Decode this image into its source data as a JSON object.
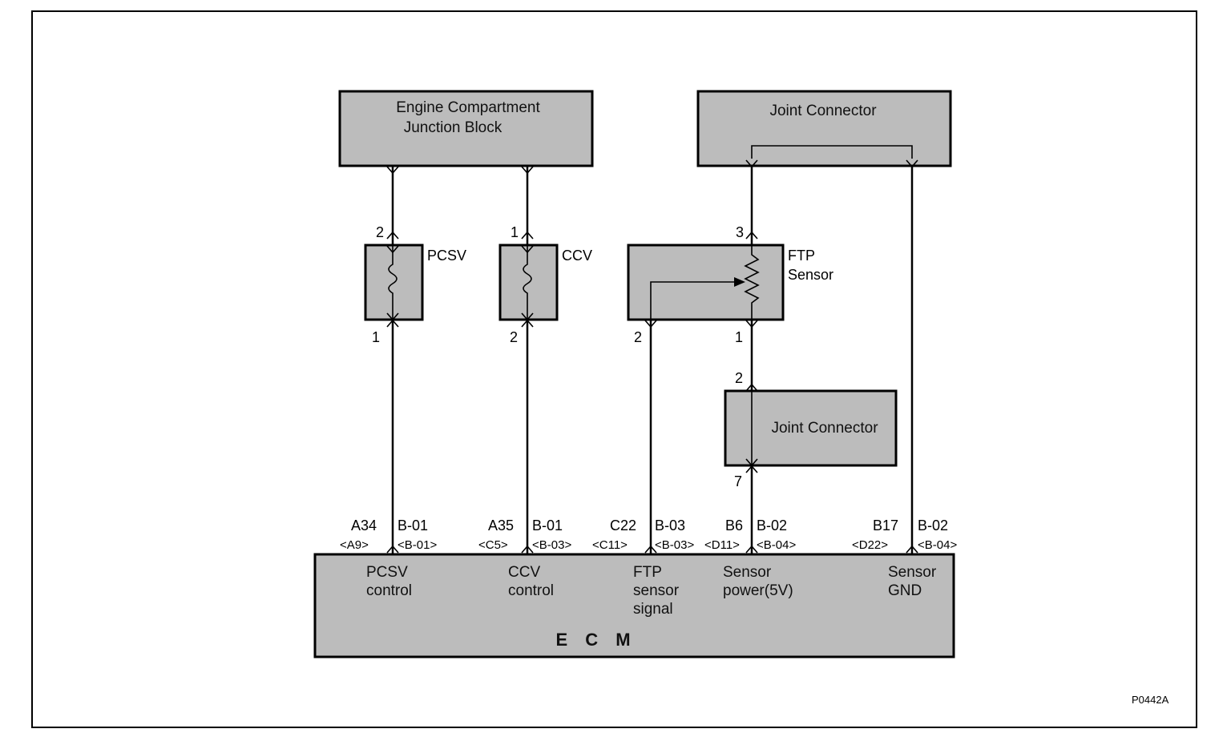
{
  "diagram_id": "P0442A",
  "components": {
    "engine_compartment_junction_block": {
      "line1": "Engine Compartment",
      "line2": "Junction Block"
    },
    "joint_connector_top": {
      "label": "Joint Connector"
    },
    "joint_connector_mid": {
      "label": "Joint Connector"
    },
    "pcsv": {
      "label": "PCSV",
      "pin_top": "2",
      "pin_bottom": "1"
    },
    "ccv": {
      "label": "CCV",
      "pin_top": "1",
      "pin_bottom": "2"
    },
    "ftp_sensor": {
      "line1": "FTP",
      "line2": "Sensor",
      "pin_top": "3",
      "pin_bottom": "1",
      "pin_signal": "2"
    },
    "joint_connector_mid_pins": {
      "top": "2",
      "bottom": "7"
    },
    "ecm": {
      "label": "E C M"
    }
  },
  "ecm_terminals": [
    {
      "pin": "A34",
      "alt_pin": "<A9>",
      "conn": "B-01",
      "alt_conn": "<B-01>",
      "func_line1": "PCSV",
      "func_line2": "control",
      "func_line3": ""
    },
    {
      "pin": "A35",
      "alt_pin": "<C5>",
      "conn": "B-01",
      "alt_conn": "<B-03>",
      "func_line1": "CCV",
      "func_line2": "control",
      "func_line3": ""
    },
    {
      "pin": "C22",
      "alt_pin": "<C11>",
      "conn": "B-03",
      "alt_conn": "<B-03>",
      "func_line1": "FTP",
      "func_line2": "sensor",
      "func_line3": "signal"
    },
    {
      "pin": "B6",
      "alt_pin": "<D11>",
      "conn": "B-02",
      "alt_conn": "<B-04>",
      "func_line1": "Sensor",
      "func_line2": "power(5V)",
      "func_line3": ""
    },
    {
      "pin": "B17",
      "alt_pin": "<D22>",
      "conn": "B-02",
      "alt_conn": "<B-04>",
      "func_line1": "Sensor",
      "func_line2": "GND",
      "func_line3": ""
    }
  ]
}
